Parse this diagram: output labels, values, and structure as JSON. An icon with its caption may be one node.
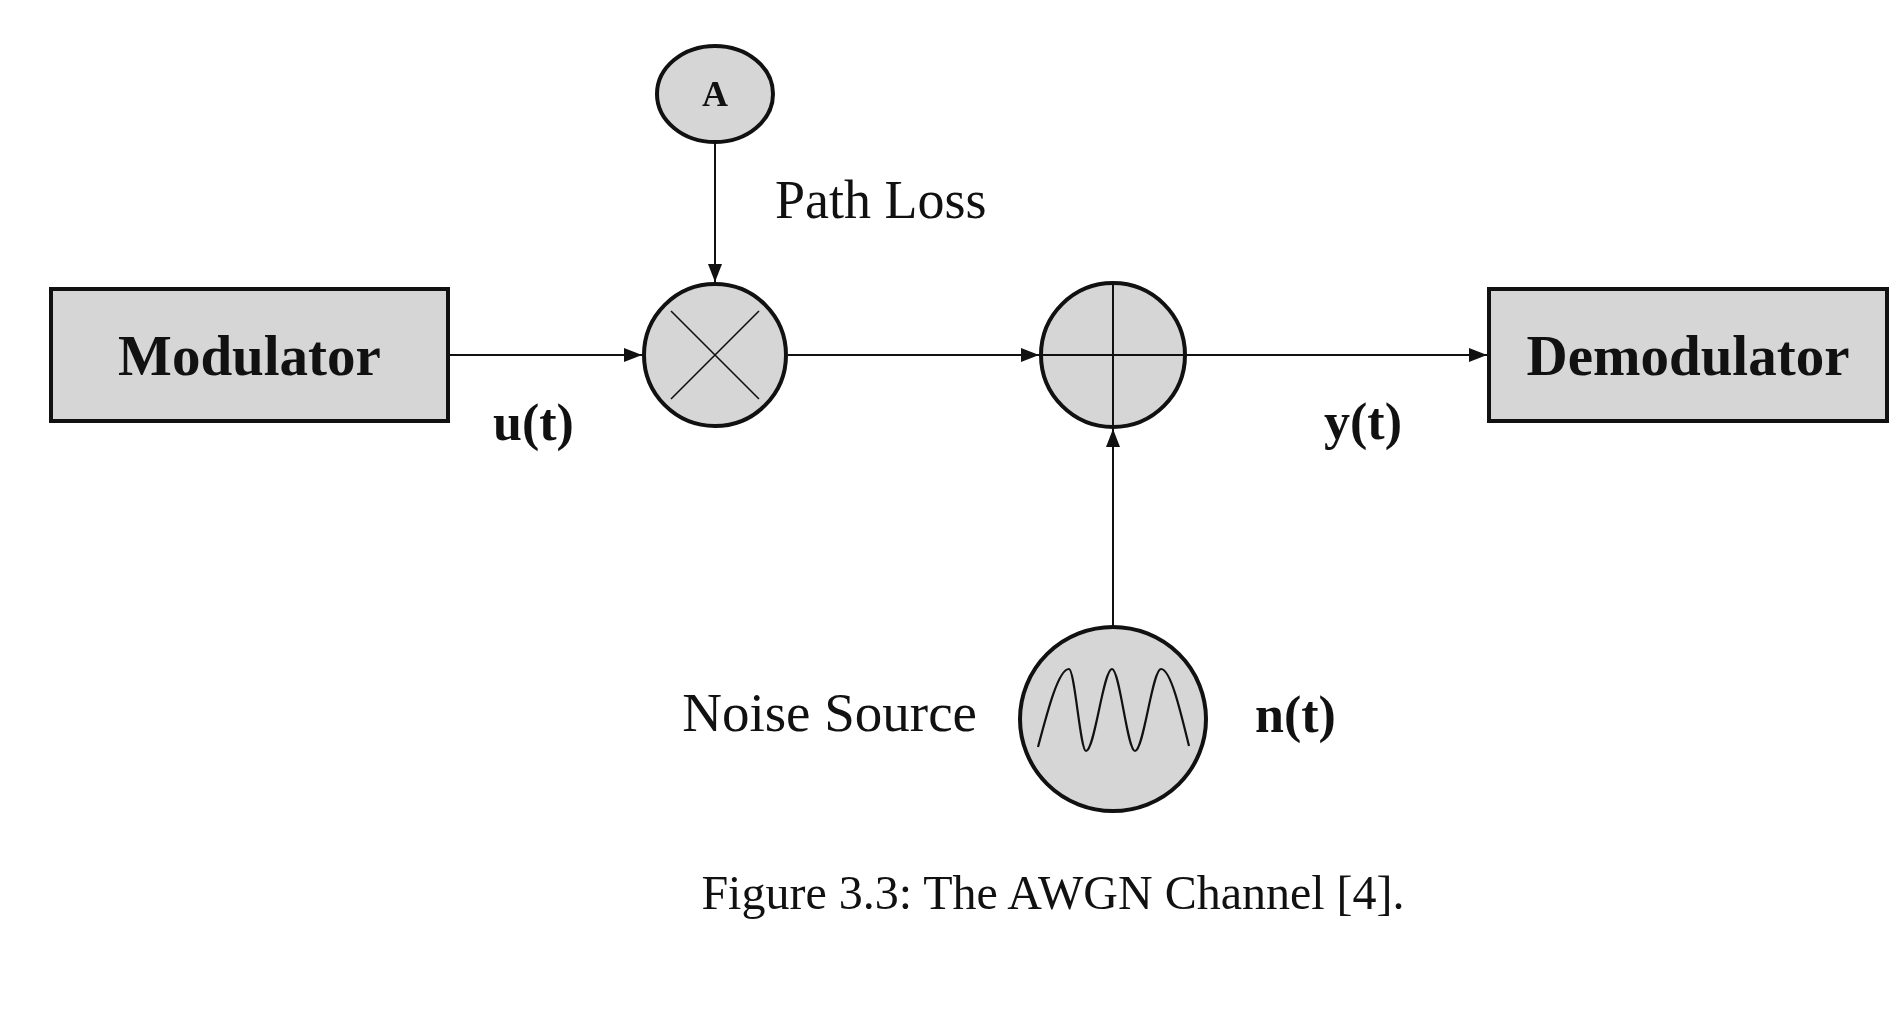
{
  "diagram": {
    "caption": "Figure 3.3: The AWGN Channel [4].",
    "nodes": [
      {
        "text": [
          "Modulator"
        ]
      },
      {
        "text": [
          "A"
        ]
      },
      {
        "text": [],
        "shape": "circle"
      },
      {
        "text": [],
        "shape": "circle"
      },
      {
        "text": [
          "Demodulator"
        ]
      },
      {
        "text": [],
        "shape": "circle",
        "beside": [
          "Noise Source",
          "n(t)"
        ]
      }
    ],
    "edges": [
      {
        "from": 0,
        "to": 2,
        "arrow": "to",
        "label": "u(t)"
      },
      {
        "from": 1,
        "to": 2,
        "arrow": "to",
        "label": "Path Loss"
      },
      {
        "from": 2,
        "to": 3,
        "arrow": "to"
      },
      {
        "from": 5,
        "to": 3,
        "arrow": "to"
      },
      {
        "from": 3,
        "to": 4,
        "arrow": "to",
        "label": "y(t)"
      }
    ]
  }
}
